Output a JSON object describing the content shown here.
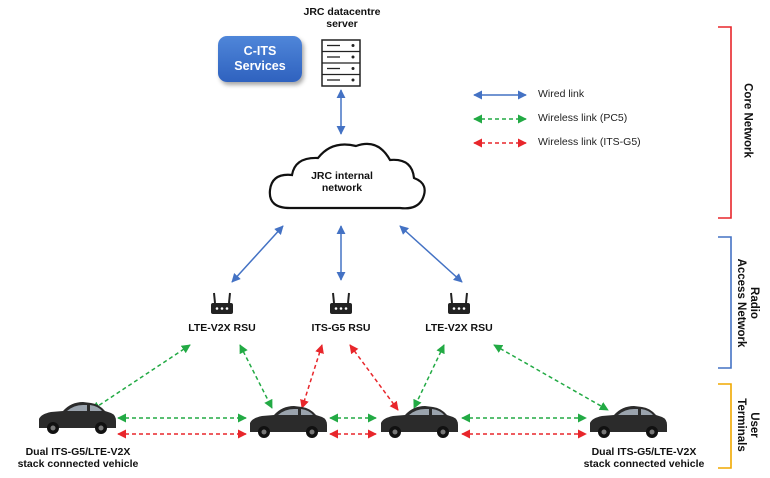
{
  "server": {
    "title_line1": "JRC datacentre",
    "title_line2": "server"
  },
  "services": {
    "line1": "C-ITS",
    "line2": "Services"
  },
  "cloud": {
    "line1": "JRC internal",
    "line2": "network"
  },
  "legend": {
    "wired": "Wired link",
    "pc5": "Wireless link (PC5)",
    "itsg5": "Wireless link (ITS-G5)"
  },
  "rsus": [
    {
      "label": "LTE-V2X RSU"
    },
    {
      "label": "ITS-G5 RSU"
    },
    {
      "label": "LTE-V2X RSU"
    }
  ],
  "vehicles": {
    "left_line1": "Dual ITS-G5/LTE-V2X",
    "left_line2": "stack connected vehicle",
    "right_line1": "Dual ITS-G5/LTE-V2X",
    "right_line2": "stack connected vehicle"
  },
  "layers": {
    "core": "Core Network",
    "ran_line1": "Radio",
    "ran_line2": "Access Network",
    "user_line1": "User",
    "user_line2": "Terminals"
  },
  "colors": {
    "wired": "#4472c4",
    "pc5": "#22aa44",
    "itsg5": "#e8262b",
    "core_bracket": "#e8262b",
    "ran_bracket": "#4472c4",
    "user_bracket": "#f0a800"
  }
}
